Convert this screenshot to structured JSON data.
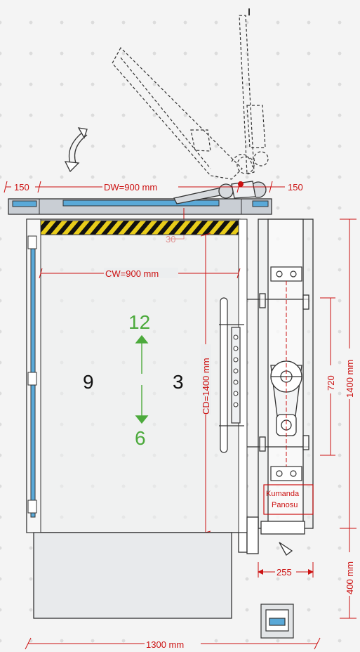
{
  "door": {
    "side_left": "150",
    "width": "DW=900 mm",
    "side_right": "150",
    "gap": "30"
  },
  "cabin": {
    "width": "CW=900 mm",
    "depth": "CD=1400 mm",
    "clock_12": "12",
    "clock_9": "9",
    "clock_3": "3",
    "clock_6": "6"
  },
  "shaft": {
    "rail_distance": "720",
    "height_total": "1400 mm",
    "pit_depth": "400 mm",
    "machine_width": "255",
    "overall_width": "1300 mm"
  },
  "control_panel": {
    "line1": "Kumanda",
    "line2": "Panosu"
  },
  "colors": {
    "dimension_red": "#cc1111",
    "direction_green": "#4caa3c",
    "glass_blue": "#5aa9d8",
    "hazard_yellow": "#e8cc1a"
  }
}
